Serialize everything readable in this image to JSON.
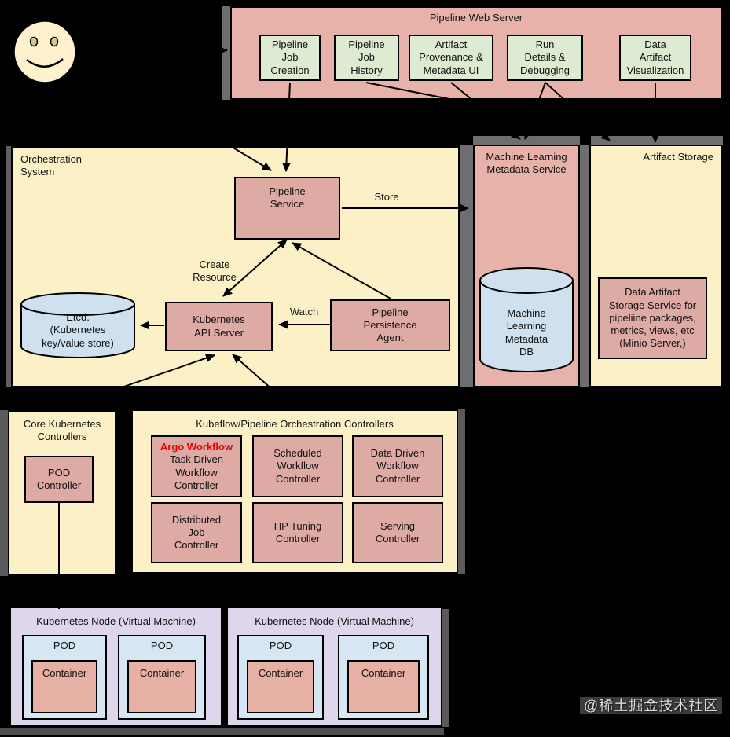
{
  "background_color": "#000000",
  "colors": {
    "panel_pink": "#e7b2aa",
    "inner_pink": "#ddaaa4",
    "green": "#dcebd2",
    "yellow": "#fcf0c6",
    "cylinder_blue": "#cfe0ef",
    "node_purple": "#ded6ea",
    "pod_blue": "#d6e7f3",
    "container_pink": "#e7b0a5",
    "argo_red": "#e60000"
  },
  "actor": {
    "icon": "smiley-face-user"
  },
  "web_server": {
    "title": "Pipeline Web Server",
    "modules": [
      "Pipeline\nJob\nCreation",
      "Pipeline\nJob\nHistory",
      "Artifact\nProvenance &\nMetadata UI",
      "Run\nDetails &\nDebugging",
      "Data\nArtifact\nVisualization"
    ]
  },
  "orchestration": {
    "title": "Orchestration\nSystem",
    "pipeline_service": "Pipeline\nService",
    "kubernetes_api_server": "Kubernetes\nAPI Server",
    "etcd_store": "Etcd.\n(Kubernetes\nkey/value store)",
    "persistence_agent": "Pipeline\nPersistence\nAgent"
  },
  "edge_labels": {
    "store": "Store",
    "watch": "Watch",
    "create_resource": "Create\nResource"
  },
  "metadata_service": {
    "title": "Machine Learning\nMetadata Service",
    "db": "Machine\nLearning\nMetadata\nDB"
  },
  "artifact_storage": {
    "title": "Artifact Storage",
    "service": "Data Artifact\nStorage Service for\npipeliine packages,\nmetrics, views, etc\n(Minio Server,)"
  },
  "core_controllers": {
    "title": "Core Kubernetes\nControllers",
    "pod_controller": "POD\nController"
  },
  "kubeflow_controllers": {
    "title": "Kubeflow/Pipeline Orchestration Controllers",
    "argo": {
      "highlight": "Argo Workflow",
      "label": "Task Driven\nWorkflow\nController"
    },
    "items": [
      "Scheduled\nWorkflow\nController",
      "Data Driven\nWorkflow\nController",
      "Distributed\nJob\nController",
      "HP Tuning\nController",
      "Serving\nController"
    ]
  },
  "nodes": {
    "title": "Kubernetes Node (Virtual Machine)",
    "pod_label": "POD",
    "container_label": "Container"
  },
  "watermark": "@稀土掘金技术社区"
}
